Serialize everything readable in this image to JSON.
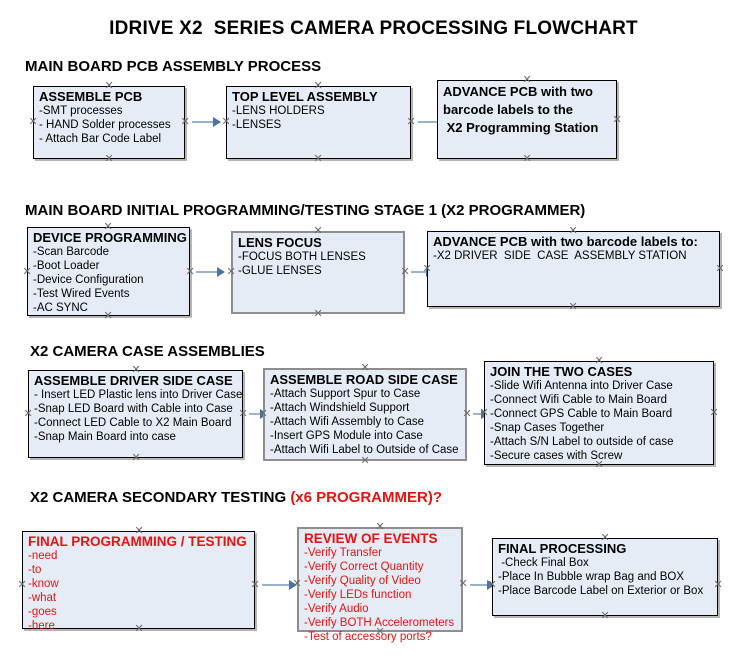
{
  "title": "IDRIVE X2  SERIES CAMERA PROCESSING FLOWCHART",
  "colors": {
    "box_fill": "#e6ecf6",
    "box_border": "#000000",
    "gray_border": "#8e8e8e",
    "arrow_line": "#9bb2cc",
    "arrow_head": "#4a72ab",
    "accent_red": "#e8120e",
    "text": "#000000",
    "background": "#ffffff"
  },
  "sections": [
    {
      "heading": "MAIN BOARD PCB ASSEMBLY PROCESS",
      "heading_accent": "",
      "boxes": [
        {
          "name": "assemble-pcb",
          "title": "ASSEMBLE PCB",
          "lines": [
            "-SMT processes",
            "- HAND Solder processes",
            "- Attach Bar Code Label"
          ]
        },
        {
          "name": "top-level-assembly",
          "title": "TOP LEVEL ASSEMBLY",
          "lines": [
            "-LENS HOLDERS",
            "-LENSES"
          ]
        },
        {
          "name": "advance-pcb-programming-station",
          "title": "ADVANCE PCB with two",
          "lines": [
            "barcode labels to the",
            " X2 Programming Station"
          ]
        }
      ]
    },
    {
      "heading": "MAIN BOARD INITIAL PROGRAMMING/TESTING STAGE 1 (X2 PROGRAMMER)",
      "heading_accent": "",
      "boxes": [
        {
          "name": "device-programming",
          "title": "DEVICE PROGRAMMING",
          "lines": [
            "-Scan Barcode",
            "-Boot Loader",
            "-Device Configuration",
            "-Test Wired Events",
            "-AC SYNC"
          ]
        },
        {
          "name": "lens-focus",
          "title": "LENS FOCUS",
          "lines": [
            "-FOCUS BOTH LENSES",
            "-GLUE LENSES"
          ]
        },
        {
          "name": "advance-pcb-driver-side-station",
          "title": "ADVANCE PCB with two barcode labels to:",
          "lines": [
            "-X2 DRIVER  SIDE  CASE  ASSEMBLY STATION"
          ]
        }
      ]
    },
    {
      "heading": "X2 CAMERA CASE ASSEMBLIES",
      "heading_accent": "",
      "boxes": [
        {
          "name": "assemble-driver-side-case",
          "title": "ASSEMBLE DRIVER SIDE CASE",
          "lines": [
            "- Insert LED Plastic lens into Driver Case",
            "-Snap LED Board with Cable into Case",
            "-Connect LED Cable to X2 Main Board",
            "-Snap Main Board into case"
          ]
        },
        {
          "name": "assemble-road-side-case",
          "title": "ASSEMBLE ROAD SIDE CASE",
          "lines": [
            "-Attach Support Spur to Case",
            "-Attach Windshield Support",
            "-Attach Wifi Assembly to Case",
            "-Insert GPS Module into Case",
            "-Attach Wifi Label to Outside of Case"
          ]
        },
        {
          "name": "join-the-two-cases",
          "title": "JOIN THE TWO CASES",
          "lines": [
            "-Slide Wifi Antenna into Driver Case",
            "-Connect Wifi Cable to Main Board",
            "-Connect GPS Cable to Main Board",
            "-Snap Cases Together",
            "-Attach S/N Label to outside of case",
            "-Secure cases with Screw"
          ]
        }
      ]
    },
    {
      "heading": "X2 CAMERA SECONDARY TESTING ",
      "heading_accent": "(x6 PROGRAMMER)?",
      "boxes": [
        {
          "name": "final-programming-testing",
          "title": "FINAL PROGRAMMING / TESTING",
          "lines": [
            "-need",
            "-to",
            "-know",
            "-what",
            "-goes",
            "-here"
          ]
        },
        {
          "name": "review-of-events",
          "title": "REVIEW OF EVENTS",
          "lines": [
            "-Verify Transfer",
            "-Verify Correct Quantity",
            "-Verify Quality of Video",
            "-Verify LEDs function",
            "-Verify Audio",
            "-Verify BOTH Accelerometers",
            "-Test of accessory ports?"
          ]
        },
        {
          "name": "final-processing",
          "title": "FINAL PROCESSING",
          "lines": [
            " -Check Final Box",
            "-Place In Bubble wrap Bag and BOX",
            "-Place Barcode Label on Exterior or Box"
          ]
        }
      ]
    }
  ]
}
